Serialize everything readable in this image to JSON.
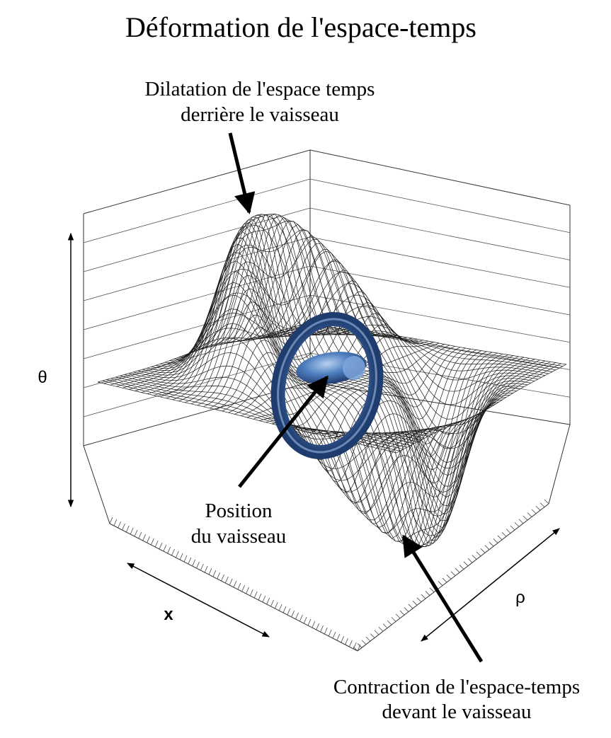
{
  "title": "Déformation de l'espace-temps",
  "annotations": {
    "top_line1": "Dilatation de l'espace temps",
    "top_line2": "derrière le vaisseau",
    "center_line1": "Position",
    "center_line2": "du vaisseau",
    "bottom_line1": "Contraction de l'espace-temps",
    "bottom_line2": "devant le vaisseau"
  },
  "axes": {
    "vertical": "θ",
    "x": "x",
    "rho": "ρ"
  },
  "colors": {
    "mesh": "#1a1a1a",
    "ship": "#4f7fc0",
    "ship_highlight": "#a9c6ec",
    "ship_shadow": "#1f3c6e"
  }
}
